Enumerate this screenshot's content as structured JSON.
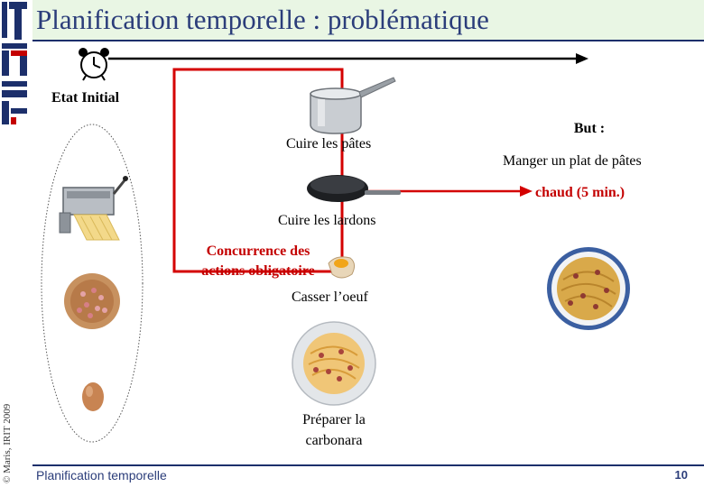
{
  "slide": {
    "title": "Planification temporelle : problématique",
    "footer": "Planification temporelle",
    "page_number": "10",
    "copyright": "© Maris, IRIT 2009"
  },
  "labels": {
    "initial_state": "Etat Initial",
    "goal_title": "But :",
    "goal_line1": "Manger un plat de pâtes",
    "goal_line2": "chaud (5 min.)",
    "cook_pasta": "Cuire les pâtes",
    "cook_bacon": "Cuire les lardons",
    "concurrency_line1": "Concurrence des",
    "concurrency_line2": "actions obligatoire",
    "break_egg": "Casser l’oeuf",
    "prepare_line1": "Préparer la",
    "prepare_line2": "carbonara"
  },
  "colors": {
    "title": "#2b3d7a",
    "accent_red": "#c40000",
    "title_bg": "#e9f6e4",
    "rule": "#1c2f6b"
  },
  "icons": [
    "irit-logo",
    "alarm-clock-icon",
    "saucepan-icon",
    "frying-pan-icon",
    "pasta-machine-icon",
    "bacon-bowl-icon",
    "egg-icon",
    "broken-egg-icon",
    "carbonara-plate-icon",
    "pasta-dish-icon"
  ]
}
